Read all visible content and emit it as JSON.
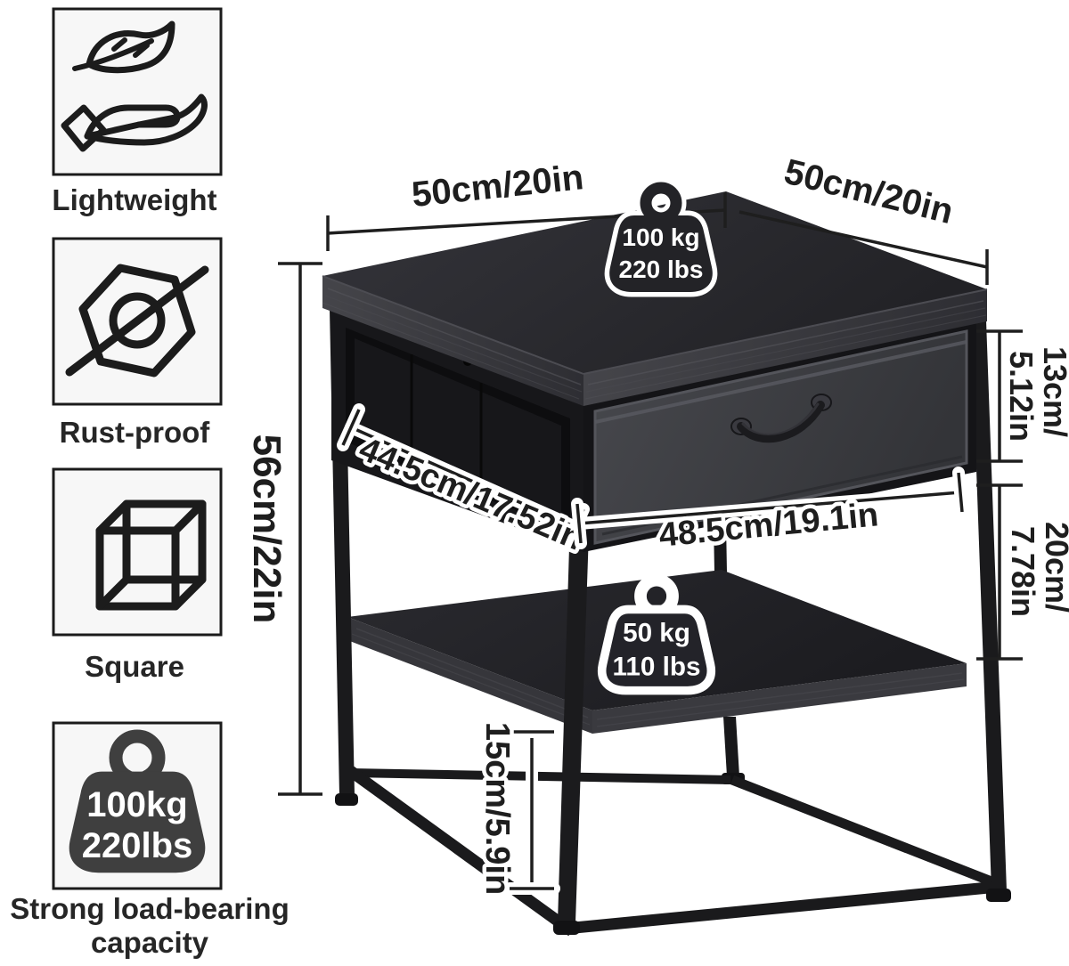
{
  "panel": {
    "items": [
      {
        "icon": "leaf-hand-icon",
        "label": "Lightweight"
      },
      {
        "icon": "rust-proof-icon",
        "label": "Rust-proof"
      },
      {
        "icon": "cube-icon",
        "label": "Square"
      },
      {
        "icon": "weight-icon",
        "label": "Strong load-bearing",
        "label2": "capacity",
        "weight_kg": "100kg",
        "weight_lbs": "220lbs"
      }
    ]
  },
  "product": {
    "top_load_kg": "100 kg",
    "top_load_lbs": "220 lbs",
    "shelf_load_kg": "50 kg",
    "shelf_load_lbs": "110 lbs"
  },
  "dimensions": {
    "top_width": "50cm/20in",
    "top_depth": "50cm/20in",
    "total_height": "56cm/22in",
    "drawer_height_cm": "13cm/",
    "drawer_height_in": "5.12in",
    "shelf_gap_cm": "20cm/",
    "shelf_gap_in": "7.78in",
    "drawer_width": "44.5cm/17.52in",
    "shelf_width": "48.5cm/19.1in",
    "bottom_clearance": "15cm/5.9in"
  },
  "colors": {
    "wood_top": "#2c2c30",
    "fabric": "#3f4045",
    "metal": "#1a1a1c",
    "annotation": "#1e1e1e",
    "panel_box_bg": "#f7f7f7"
  }
}
